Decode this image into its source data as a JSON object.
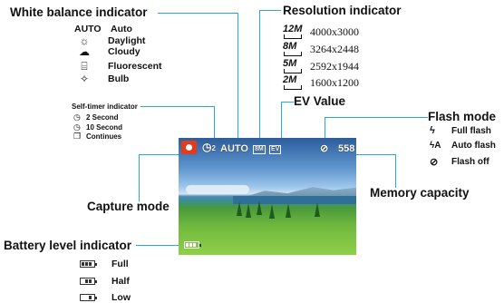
{
  "white_balance": {
    "title": "White balance indicator",
    "items": [
      {
        "icon_text": "AUTO",
        "label": "Auto"
      },
      {
        "icon": "sun-icon",
        "label": "Daylight"
      },
      {
        "icon": "cloud-icon",
        "label": "Cloudy"
      },
      {
        "icon": "fluorescent-icon",
        "label": "Fluorescent"
      },
      {
        "icon": "bulb-icon",
        "label": "Bulb"
      }
    ]
  },
  "resolution": {
    "title": "Resolution indicator",
    "items": [
      {
        "badge": "12M",
        "value": "4000x3000"
      },
      {
        "badge": "8M",
        "value": "3264x2448"
      },
      {
        "badge": "5M",
        "value": "2592x1944"
      },
      {
        "badge": "2M",
        "value": "1600x1200"
      }
    ]
  },
  "self_timer": {
    "title": "Self-timer indicator",
    "items": [
      {
        "icon": "timer-icon",
        "label": "2 Second"
      },
      {
        "icon": "timer-icon",
        "label": "10 Second"
      },
      {
        "icon": "continuous-icon",
        "label": "Continues"
      }
    ]
  },
  "ev": {
    "title": "EV Value"
  },
  "flash": {
    "title": "Flash mode",
    "items": [
      {
        "icon": "flash-icon",
        "label": "Full flash"
      },
      {
        "icon": "auto-flash-icon",
        "label": "Auto flash"
      },
      {
        "icon": "flash-off-icon",
        "label": "Flash off"
      }
    ]
  },
  "capture_mode": {
    "title": "Capture mode"
  },
  "memory": {
    "title": "Memory capacity"
  },
  "battery": {
    "title": "Battery level indicator",
    "items": [
      {
        "level": 3,
        "label": "Full"
      },
      {
        "level": 2,
        "label": "Half"
      },
      {
        "level": 1,
        "label": "Low"
      }
    ]
  },
  "lcd": {
    "timer_text": "2",
    "wb_text": "AUTO",
    "res_badge": "8M",
    "ev_badge": "EV",
    "shots": "558"
  },
  "colors": {
    "leader": "#2aa7df",
    "camera_icon": "#e23b1e"
  }
}
